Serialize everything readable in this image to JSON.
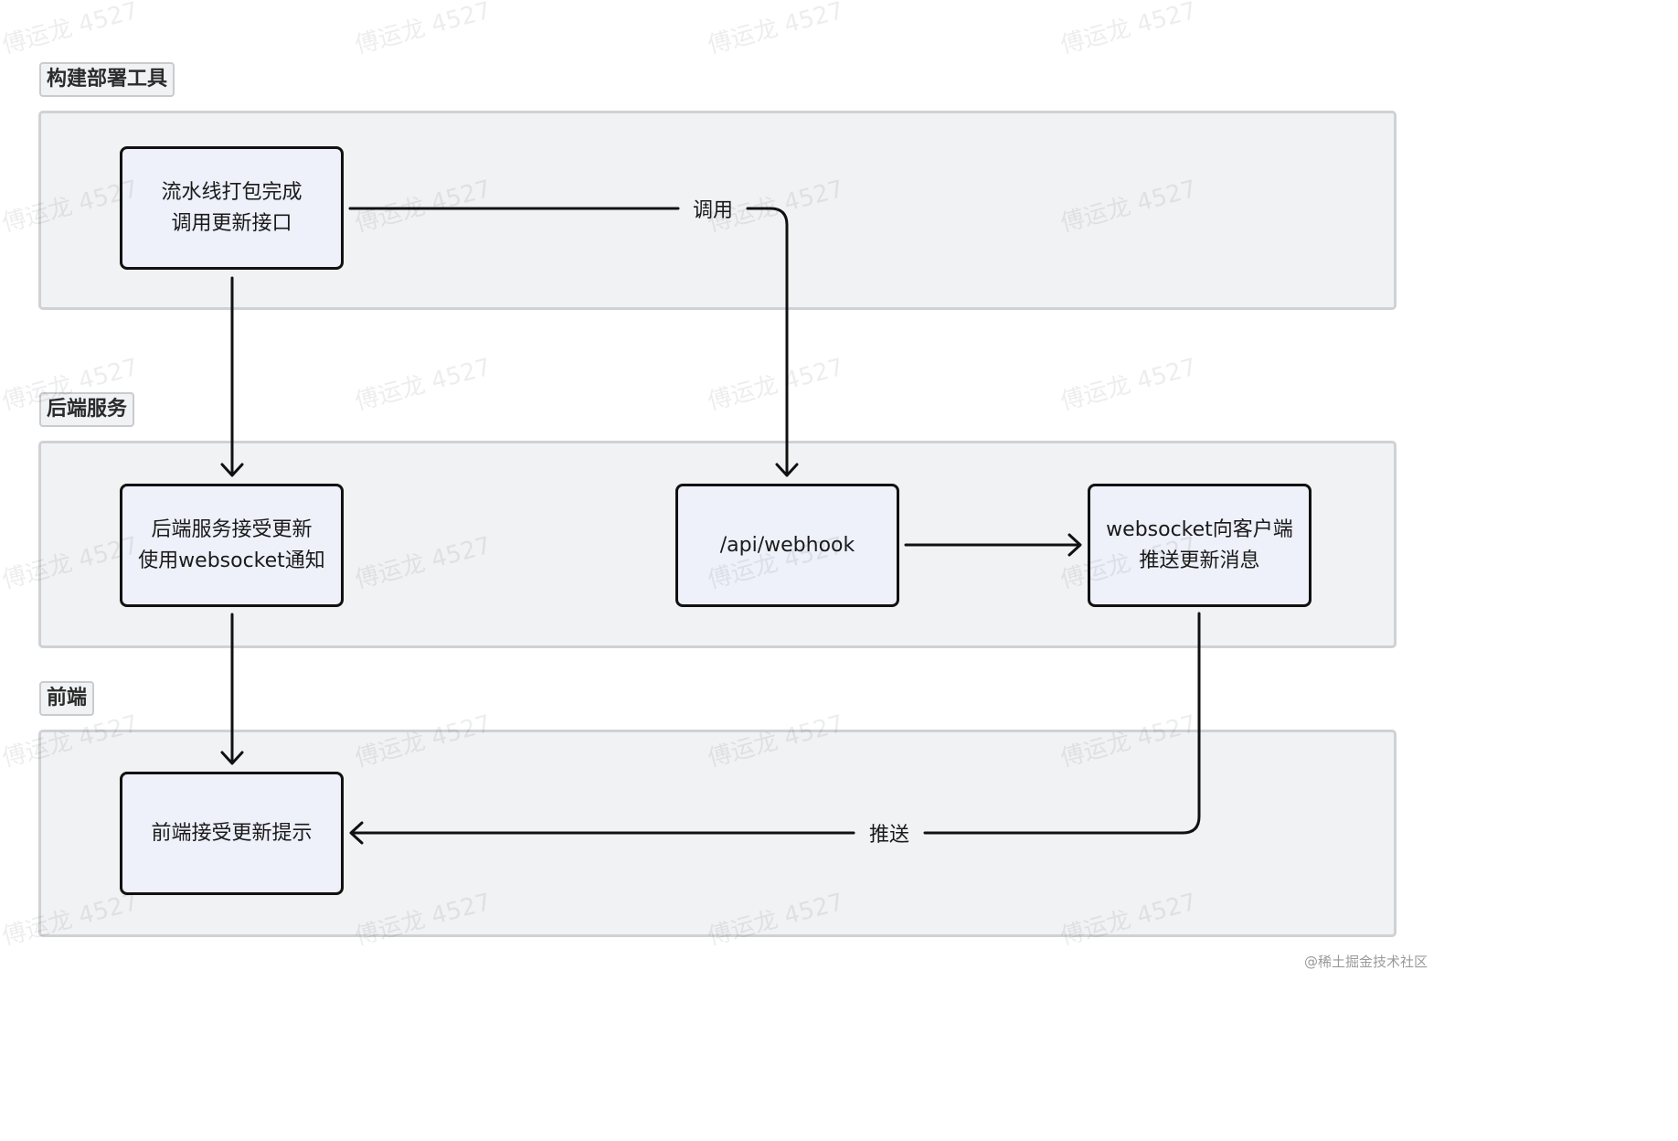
{
  "lanes": {
    "build": {
      "label": "构建部署工具"
    },
    "backend": {
      "label": "后端服务"
    },
    "frontend": {
      "label": "前端"
    }
  },
  "nodes": {
    "pipeline": {
      "lines": [
        "流水线打包完成",
        "调用更新接口"
      ]
    },
    "backend_notify": {
      "lines": [
        "后端服务接受更新",
        "使用websocket通知"
      ]
    },
    "webhook": {
      "lines": [
        "/api/webhook"
      ]
    },
    "ws_push": {
      "lines": [
        "websocket向客户端",
        "推送更新消息"
      ]
    },
    "frontend_prompt": {
      "lines": [
        "前端接受更新提示"
      ]
    }
  },
  "edges": {
    "pipeline_to_webhook": {
      "label": "调用"
    },
    "ws_to_frontend": {
      "label": "推送"
    }
  },
  "watermark": {
    "text": "傅运龙 4527"
  },
  "footer": {
    "text": "@稀土掘金技术社区"
  }
}
